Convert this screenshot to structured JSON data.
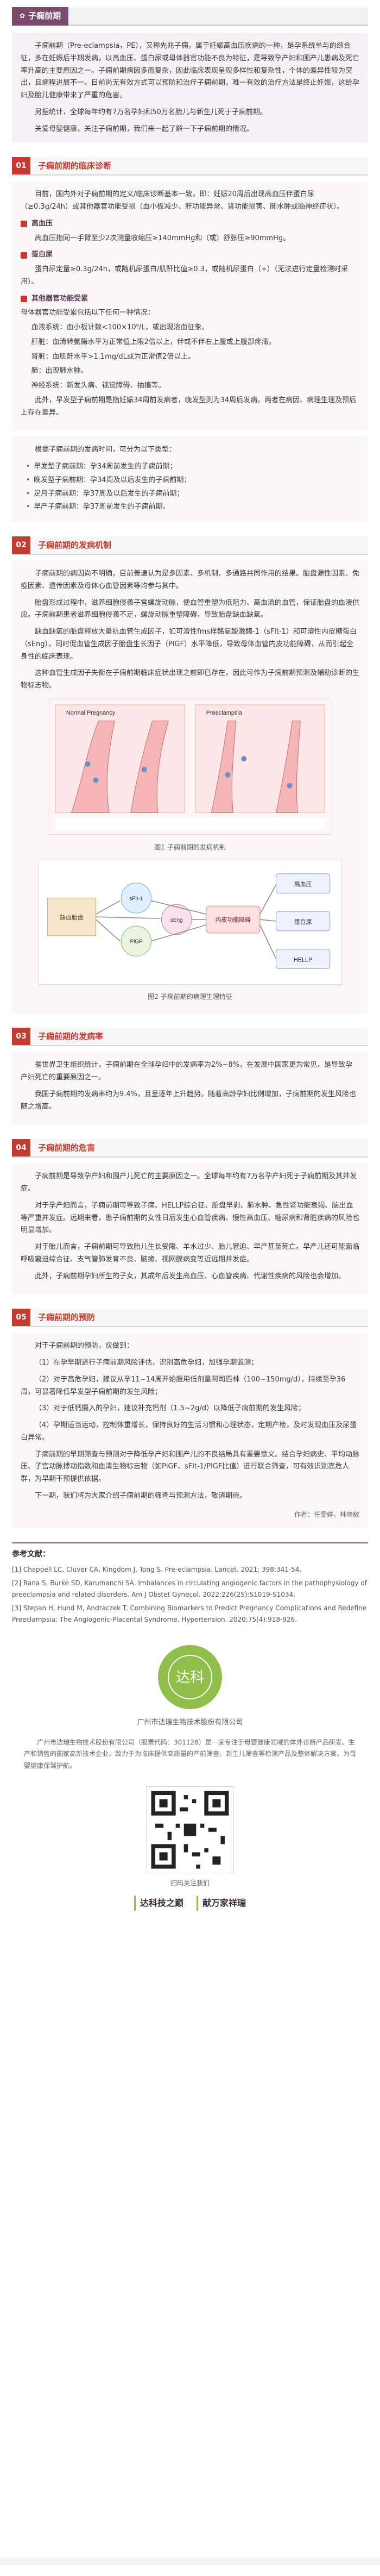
{
  "page": {
    "title": "子痫前期"
  },
  "intro": [
    "子痫前期（Pre-eclampsia，PE），又称先兆子痫，属于妊娠高血压疾病的一种，是孕系统单与的综合征，多在妊娠后半期发病，以高血压、蛋白尿或母体器官功能不良为特征，是导致孕产妇和围产儿患病及死亡率升高的主要原因之一。子痫前期病因多而复杂，因此临床表现呈现多样性和复杂性，个体的差异性较为突出，且病程进展不一。目前尚无有效方式可以预防和治疗子痫前期，唯一有效的治疗方法是终止妊娠，这给孕妇及胎儿健康带来了严重的危害。",
    "另据统计，全球每年约有7万名孕妇和50万名胎儿与新生儿死于子痫前期。",
    "关爱母婴健康，关注子痫前期，我们来一起了解一下子痫前期的情况。"
  ],
  "sections": {
    "s1": {
      "num": "01",
      "title": "子痫前期的临床诊断",
      "intro": "目前，国内外对子痫前期的定义/临床诊断基本一致，即：妊娠20周后出现高血压伴蛋白尿（≥0.3g/24h）或其他器官功能受损（血小板减少、肝功能异常、肾功能损害、肺水肿或脑神经症状）。",
      "sub1": "高血压",
      "sub1_text": "高血压指同一手臂至少2次测量收缩压≥140mmHg和（或）舒张压≥90mmHg。",
      "sub2": "蛋白尿",
      "sub2_text": "蛋白尿定量≥0.3g/24h，或随机尿蛋白/肌酐比值≥0.3，或随机尿蛋白（+）（无法进行定量检测时采用）。",
      "sub3": "其他器官功能受累",
      "sub3_lead": "母体器官功能受累包括以下任何一种情况：",
      "criteria": [
        "血液系统：血小板计数<100×10⁹/L，或出现溶血征象。",
        "肝脏：血清转氨酶水平为正常值上限2倍以上，伴或不伴右上腹或上腹部疼痛。",
        "肾脏：血肌酐水平>1.1mg/dL或为正常值2倍以上。",
        "肺：出现肺水肿。",
        "神经系统：新发头痛、视觉障碍、抽搐等。"
      ],
      "extra": "此外，早发型子痫前期是指妊娠34周前发病者，晚发型则为34周后发病。两者在病因、病理生理及预后上存在差异。",
      "classify_lead": "根据子痫前期的发病时间，可分为以下类型：",
      "classify": [
        "早发型子痫前期：孕34周前发生的子痫前期；",
        "晚发型子痫前期：孕34周及以后发生的子痫前期；",
        "足月子痫前期：孕37周及以后发生的子痫前期；",
        "早产子痫前期：孕37周前发生的子痫前期。"
      ]
    },
    "s2": {
      "num": "02",
      "title": "子痫前期的发病机制",
      "p1": "子痫前期的病因尚不明确，目前普遍认为是多因素、多机制、多通路共同作用的结果。胎盘源性因素、免疫因素、遗传因素及母体心血管因素等均参与其中。",
      "p2": "胎盘形成过程中，滋养细胞侵袭子宫螺旋动脉，使血管重塑为低阻力、高血流的血管，保证胎盘的血液供应。子痫前期患者滋养细胞侵袭不足，螺旋动脉重塑障碍，导致胎盘缺血缺氧。",
      "p3": "缺血缺氧的胎盘释放大量抗血管生成因子，如可溶性fms样酪氨酸激酶-1（sFlt-1）和可溶性内皮糖蛋白（sEng），同时促血管生成因子胎盘生长因子（PlGF）水平降低，导致母体血管内皮功能障碍，从而引起全身性的临床表现。",
      "p4": "这种血管生成因子失衡在子痫前期临床症状出现之前即已存在，因此可作为子痫前期预测及辅助诊断的生物标志物。",
      "fig1_caption": "图1 子痫前期的发病机制",
      "fig2_caption": "图2 子痫前期的病理生理特征",
      "fig1_label_left": "Normal Pregnancy",
      "fig1_label_right": "Preeclampsia",
      "fig2_labels": [
        "缺血胎盘",
        "sFlt-1",
        "PlGF",
        "sEng",
        "内皮功能障碍",
        "高血压",
        "蛋白尿",
        "HELLP"
      ]
    },
    "s3": {
      "num": "03",
      "title": "子痫前期的发病率",
      "p1": "据世界卫生组织统计，子痫前期在全球孕妇中的发病率为2%~8%，在发展中国家更为常见，是导致孕产妇死亡的重要原因之一。",
      "p2": "我国子痫前期的发病率约为9.4%，且呈逐年上升趋势。随着高龄孕妇比例增加，子痫前期的发生风险也随之增高。"
    },
    "s4": {
      "num": "04",
      "title": "子痫前期的危害",
      "p1": "子痫前期是导致孕产妇和围产儿死亡的主要原因之一。全球每年约有7万名孕产妇死于子痫前期及其并发症。",
      "p2": "对于孕产妇而言，子痫前期可导致子痫、HELLP综合征、胎盘早剥、肺水肿、急性肾功能衰竭、脑出血等严重并发症。远期来看，患子痫前期的女性日后发生心血管疾病、慢性高血压、糖尿病和肾脏疾病的风险也明显增加。",
      "p3": "对于胎儿而言，子痫前期可导致胎儿生长受限、羊水过少、胎儿窘迫、早产甚至死亡。早产儿还可能面临呼吸窘迫综合征、支气管肺发育不良、脑瘫、视网膜病变等近远期并发症。",
      "p4": "此外，子痫前期孕妇所生的子女，其成年后发生高血压、心血管疾病、代谢性疾病的风险也会增加。"
    },
    "s5": {
      "num": "05",
      "title": "子痫前期的预防",
      "lead": "对于子痫前期的预防，应做到：",
      "items": [
        "（1）在孕早期进行子痫前期风险评估，识别高危孕妇，加强孕期监测；",
        "（2）对于高危孕妇，建议从孕11~14周开始服用低剂量阿司匹林（100~150mg/d），持续至孕36周，可显著降低早发型子痫前期的发生风险；",
        "（3）对于低钙摄入的孕妇，建议补充钙剂（1.5~2g/d）以降低子痫前期的发生风险；",
        "（4）孕期适当运动，控制体重增长，保持良好的生活习惯和心理状态，定期产检，及时发现血压及尿蛋白异常。"
      ],
      "p_end": "子痫前期的早期筛查与预测对于降低孕产妇和围产儿的不良结局具有重要意义。结合孕妇病史、平均动脉压、子宫动脉搏动指数和血清生物标志物（如PlGF、sFlt-1/PlGF比值）进行联合筛查，可有效识别高危人群，为早期干预提供依据。",
      "p_last": "下一期，我们将为大家介绍子痫前期的筛查与预测方法，敬请期待。"
    }
  },
  "author": "作者：任雯婷，林晓敏",
  "refs_title": "参考文献：",
  "refs": [
    "[1] Chappell LC, Cluver CA, Kingdom J, Tong S. Pre-eclampsia. Lancet. 2021; 398:341-54.",
    "[2] Rana S, Burke SD, Karumanchi SA. Imbalances in circulating angiogenic factors in the pathophysiology of preeclampsia and related disorders. Am J Obstet Gynecol. 2022;226(2S):S1019-S1034.",
    "[3] Stepan H, Hund M, Andraczek T. Combining Biomarkers to Predict Pregnancy Complications and Redefine Preeclampsia: The Angiogenic-Placental Syndrome. Hypertension. 2020;75(4):918-926."
  ],
  "company": {
    "logo_text": "达科",
    "name": "广州市达瑞生物技术股份有限公司",
    "desc": "广州市达瑞生物技术股份有限公司（股票代码：301128）是一家专注于母婴健康领域的体外诊断产品研发、生产和销售的国家高新技术企业，致力于为临床提供高质量的产前筛查、新生儿筛查等检测产品及整体解决方案，为母婴健康保驾护航。",
    "qr_label": "扫码关注我们",
    "slogan_left": "达科技之巅",
    "slogan_right": "献万家祥瑞"
  },
  "colors": {
    "accent": "#c43a2e",
    "brand": "#7a4a6d",
    "green": "#8fbe4a"
  }
}
